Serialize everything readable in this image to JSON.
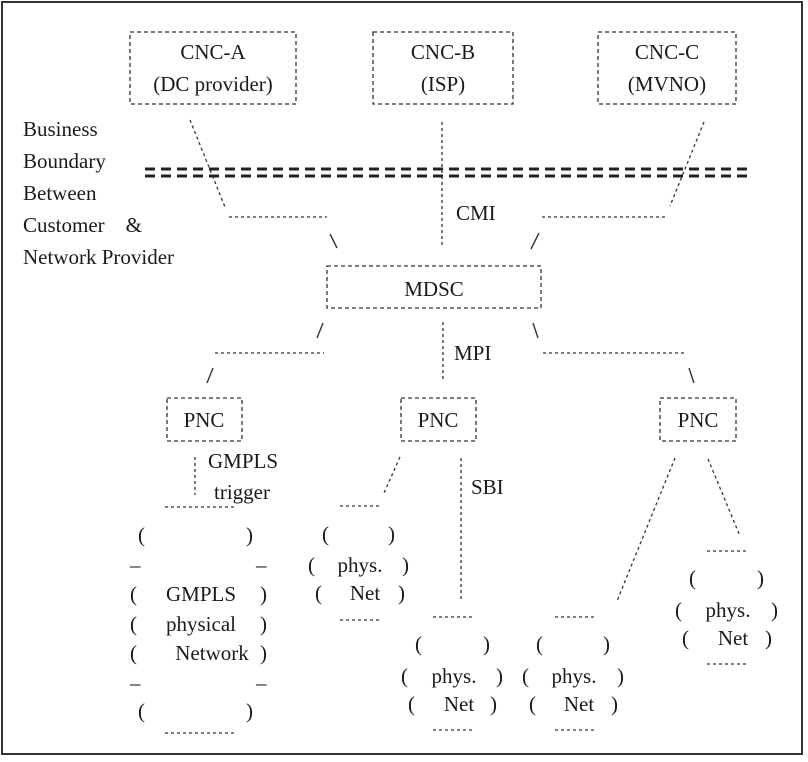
{
  "boundary_label": [
    "Business",
    "Boundary",
    "Between",
    "Customer    &",
    "Network Provider"
  ],
  "customers": [
    {
      "name": "CNC-A",
      "role": "(DC provider)"
    },
    {
      "name": "CNC-B",
      "role": "(ISP)"
    },
    {
      "name": "CNC-C",
      "role": "(MVNO)"
    }
  ],
  "interfaces": {
    "cmi": "CMI",
    "mpi": "MPI",
    "sbi": "SBI",
    "gmpls_trigger": [
      "GMPLS",
      "trigger"
    ]
  },
  "mdsc": {
    "name": "MDSC"
  },
  "pncs": [
    {
      "name": "PNC"
    },
    {
      "name": "PNC"
    },
    {
      "name": "PNC"
    }
  ],
  "gmpls_network": {
    "lines": [
      "GMPLS",
      "physical",
      "Network"
    ]
  },
  "phys_nets": [
    {
      "lines": [
        "phys.",
        "Net"
      ]
    },
    {
      "lines": [
        "phys.",
        "Net"
      ]
    },
    {
      "lines": [
        "phys.",
        "Net"
      ]
    },
    {
      "lines": [
        "phys.",
        "Net"
      ]
    }
  ],
  "glyphs": {
    "paren_open": "(",
    "paren_close": ")",
    "dash": "–",
    "slash": "/",
    "backslash": "\\"
  }
}
